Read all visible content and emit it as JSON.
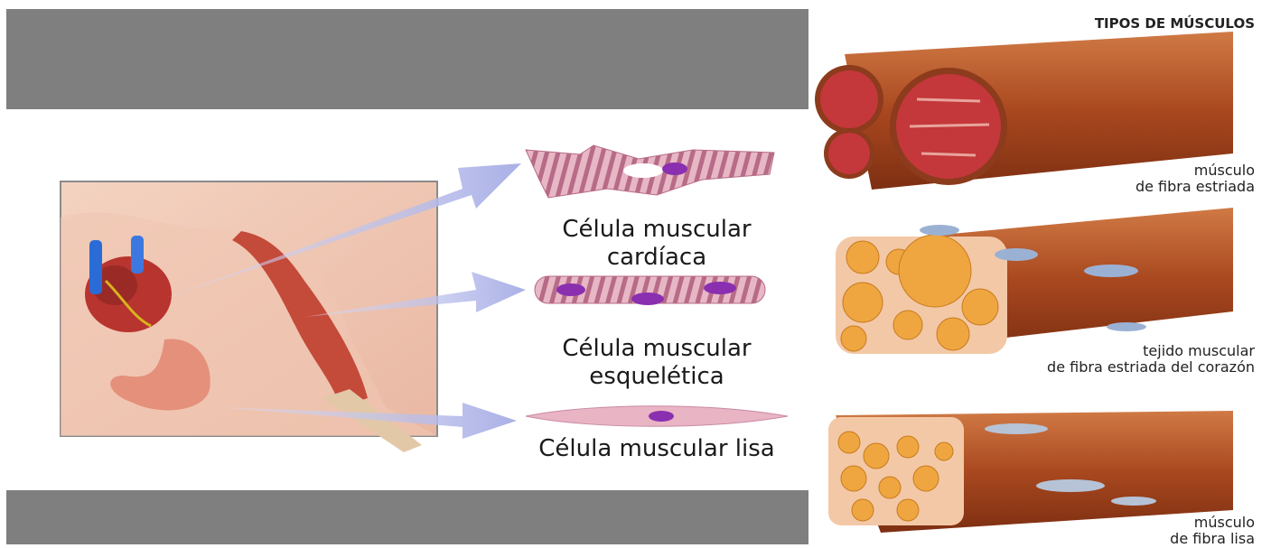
{
  "cells": {
    "cardiac": {
      "line1": "Célula muscular",
      "line2": "cardíaca"
    },
    "skeletal": {
      "line1": "Célula muscular",
      "line2": "esquelética"
    },
    "smooth": {
      "line1": "Célula muscular lisa"
    }
  },
  "tissues": {
    "title": "TIPOS DE MÚSCULOS",
    "striated": {
      "line1": "músculo",
      "line2": "de fibra estriada"
    },
    "cardiac": {
      "line1": "tejido muscular",
      "line2": "de fibra estriada del corazón"
    },
    "smooth": {
      "line1": "músculo",
      "line2": "de fibra lisa"
    }
  },
  "colors": {
    "band": "#7f7f7f",
    "arrow": "#aab0e6",
    "muscle": "#b5542a",
    "fiber": "#f0a640",
    "cell": "#c98aa6",
    "nucleus": "#8a2fb0"
  }
}
